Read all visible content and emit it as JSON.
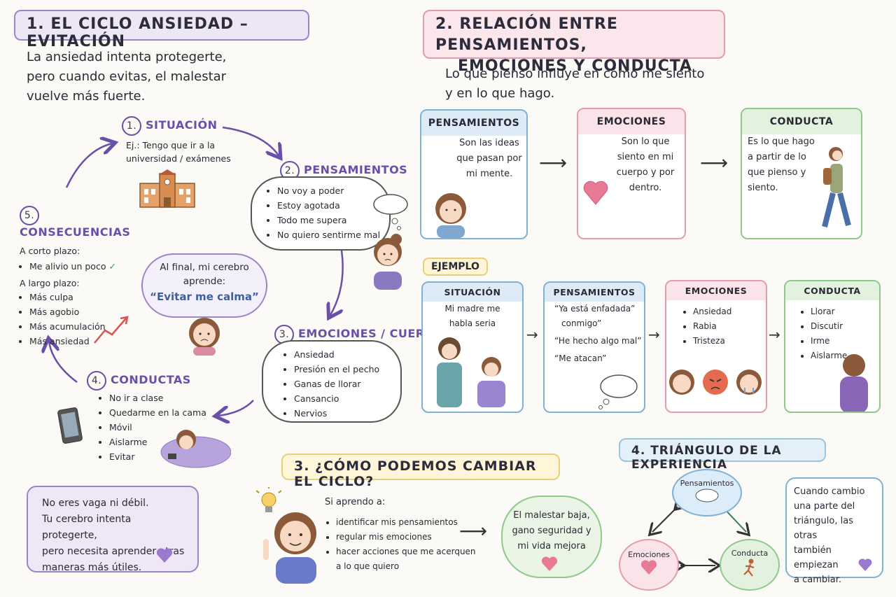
{
  "s1": {
    "title": "1. EL CICLO ANSIEDAD – EVITACIÓN",
    "intro": [
      "La ansiedad intenta protegerte,",
      "pero cuando evitas, el malestar",
      "vuelve más fuerte."
    ],
    "step1": {
      "num": "1.",
      "title": "SITUACIÓN",
      "text": [
        "Ej.: Tengo que ir a la",
        "universidad / exámenes"
      ]
    },
    "step2": {
      "num": "2.",
      "title": "PENSAMIENTOS",
      "items": [
        "No voy a poder",
        "Estoy agotada",
        "Todo me supera",
        "No quiero sentirme mal"
      ]
    },
    "step3": {
      "num": "3.",
      "title": "EMOCIONES / CUERPO",
      "items": [
        "Ansiedad",
        "Presión en el pecho",
        "Ganas de llorar",
        "Cansancio",
        "Nervios"
      ]
    },
    "step4": {
      "num": "4.",
      "title": "CONDUCTAS",
      "items": [
        "No ir a clase",
        "Quedarme en la cama",
        "Móvil",
        "Aislarme",
        "Evitar"
      ]
    },
    "step5": {
      "num": "5.",
      "title": "CONSECUENCIAS",
      "short_label": "A corto plazo:",
      "short_items": [
        "Me alivio un poco"
      ],
      "long_label": "A largo plazo:",
      "long_items": [
        "Más culpa",
        "Más agobio",
        "Más acumulación",
        "Más ansiedad"
      ]
    },
    "center": {
      "line1": "Al final, mi cerebro",
      "line2": "aprende:",
      "quote": "“Evitar me calma”"
    },
    "note": [
      "No eres vaga ni débil.",
      "Tu cerebro intenta protegerte,",
      "pero necesita aprender otras",
      "maneras más útiles."
    ]
  },
  "s2": {
    "title_line1": "2. RELACIÓN ENTRE PENSAMIENTOS,",
    "title_line2": "EMOCIONES Y CONDUCTA",
    "intro": [
      "Lo que pienso influye en cómo me siento",
      "y en lo que hago."
    ],
    "cards": [
      {
        "title": "PENSAMIENTOS",
        "text": [
          "Son las ideas",
          "que pasan por",
          "mi mente."
        ]
      },
      {
        "title": "EMOCIONES",
        "text": [
          "Son lo que",
          "siento en mi",
          "cuerpo y por",
          "dentro."
        ]
      },
      {
        "title": "CONDUCTA",
        "text": [
          "Es lo que hago",
          "a partir de lo",
          "que pienso y",
          "siento."
        ]
      }
    ],
    "ejemplo_label": "EJEMPLO",
    "example": [
      {
        "title": "SITUACIÓN",
        "text": [
          "Mi madre me",
          "habla seria"
        ]
      },
      {
        "title": "PENSAMIENTOS",
        "text": [
          "“Ya está enfadada”",
          "conmigo”",
          "“He hecho algo mal”",
          "“Me atacan”"
        ]
      },
      {
        "title": "EMOCIONES",
        "items": [
          "Ansiedad",
          "Rabia",
          "Tristeza"
        ]
      },
      {
        "title": "CONDUCTA",
        "items": [
          "Llorar",
          "Discutir",
          "Irme",
          "Aislarme"
        ]
      }
    ]
  },
  "s3": {
    "title": "3. ¿CÓMO PODEMOS CAMBIAR EL CICLO?",
    "lead": "Si aprendo a:",
    "items": [
      "identificar mis pensamientos",
      "regular mis emociones",
      "hacer acciones que me acerquen",
      "a lo que quiero"
    ],
    "result": [
      "El malestar baja,",
      "gano seguridad y",
      "mi vida mejora"
    ]
  },
  "s4": {
    "title": "4. TRIÁNGULO DE LA EXPERIENCIA",
    "top": "Pensamientos",
    "left": "Emociones",
    "right": "Conducta",
    "note": [
      "Cuando cambio",
      "una parte del",
      "triángulo, las otras",
      "también empiezan",
      "a cambiar."
    ]
  },
  "colors": {
    "purple": "#6a4fa8",
    "pink": "#e29bb0",
    "blue": "#7fb0d6",
    "green": "#8ec98a",
    "yellow": "#e8cf7a"
  }
}
